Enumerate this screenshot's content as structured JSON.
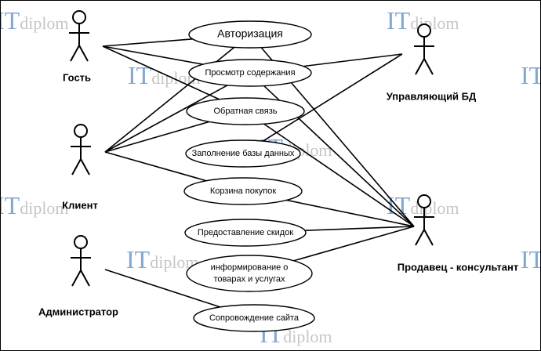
{
  "diagram": {
    "actors": [
      {
        "id": "guest",
        "name": "Гость"
      },
      {
        "id": "client",
        "name": "Клиент"
      },
      {
        "id": "admin",
        "name": "Администратор"
      },
      {
        "id": "dbmanager",
        "name": "Управляющий БД"
      },
      {
        "id": "seller",
        "name": "Продавец - консультант"
      }
    ],
    "use_cases": [
      {
        "id": "auth",
        "lines": [
          "Авторизация"
        ]
      },
      {
        "id": "view",
        "lines": [
          "Просмотр содержания"
        ]
      },
      {
        "id": "feedback",
        "lines": [
          "Обратная связь"
        ]
      },
      {
        "id": "dbfill",
        "lines": [
          "Заполнение базы данных"
        ]
      },
      {
        "id": "cart",
        "lines": [
          "Корзина покупок"
        ]
      },
      {
        "id": "discount",
        "lines": [
          "Предоставление скидок"
        ]
      },
      {
        "id": "inform",
        "lines": [
          "информирование о",
          "товарах и услугах"
        ]
      },
      {
        "id": "support",
        "lines": [
          "Сопровождение сайта"
        ]
      }
    ],
    "associations": [
      {
        "actor": "guest",
        "use_case": "auth"
      },
      {
        "actor": "guest",
        "use_case": "view"
      },
      {
        "actor": "guest",
        "use_case": "feedback"
      },
      {
        "actor": "client",
        "use_case": "auth"
      },
      {
        "actor": "client",
        "use_case": "view"
      },
      {
        "actor": "client",
        "use_case": "feedback"
      },
      {
        "actor": "client",
        "use_case": "cart"
      },
      {
        "actor": "dbmanager",
        "use_case": "view"
      },
      {
        "actor": "dbmanager",
        "use_case": "dbfill"
      },
      {
        "actor": "seller",
        "use_case": "auth"
      },
      {
        "actor": "seller",
        "use_case": "view"
      },
      {
        "actor": "seller",
        "use_case": "feedback"
      },
      {
        "actor": "seller",
        "use_case": "cart"
      },
      {
        "actor": "seller",
        "use_case": "discount"
      },
      {
        "actor": "seller",
        "use_case": "inform"
      },
      {
        "actor": "admin",
        "use_case": "support"
      }
    ],
    "watermark": {
      "prefix": "IT",
      "suffix": "diplom"
    }
  }
}
